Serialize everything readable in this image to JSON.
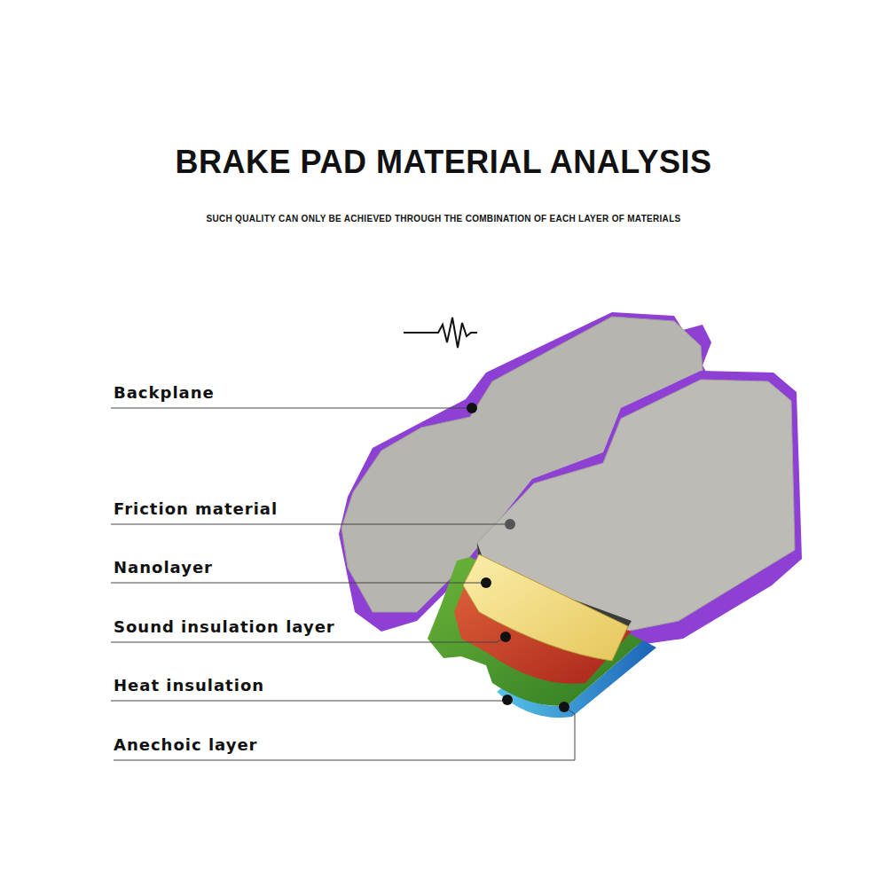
{
  "diagram": {
    "title": "BRAKE PAD MATERIAL ANALYSIS",
    "caption": "SUCH QUALITY CAN ONLY BE ACHIEVED THROUGH THE COMBINATION OF EACH LAYER OF MATERIALS",
    "labels": [
      "Backplane",
      "Friction material",
      "Nanolayer",
      "Sound insulation layer",
      "Heat insulation",
      "Anechoic layer"
    ]
  }
}
